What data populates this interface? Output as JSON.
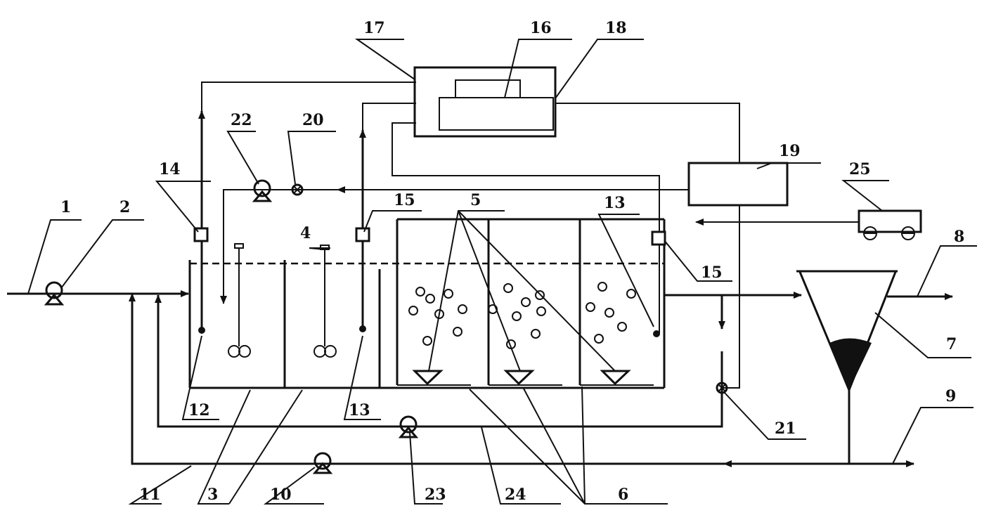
{
  "labels": {
    "n1": "1",
    "n2": "2",
    "n3": "3",
    "n4": "4",
    "n5": "5",
    "n6": "6",
    "n7": "7",
    "n8": "8",
    "n9": "9",
    "n10": "10",
    "n11": "11",
    "n12": "12",
    "n13a": "13",
    "n13b": "13",
    "n14": "14",
    "n15a": "15",
    "n15b": "15",
    "n16": "16",
    "n17": "17",
    "n18": "18",
    "n19": "19",
    "n20": "20",
    "n21": "21",
    "n22": "22",
    "n23": "23",
    "n24": "24",
    "n25": "25"
  }
}
